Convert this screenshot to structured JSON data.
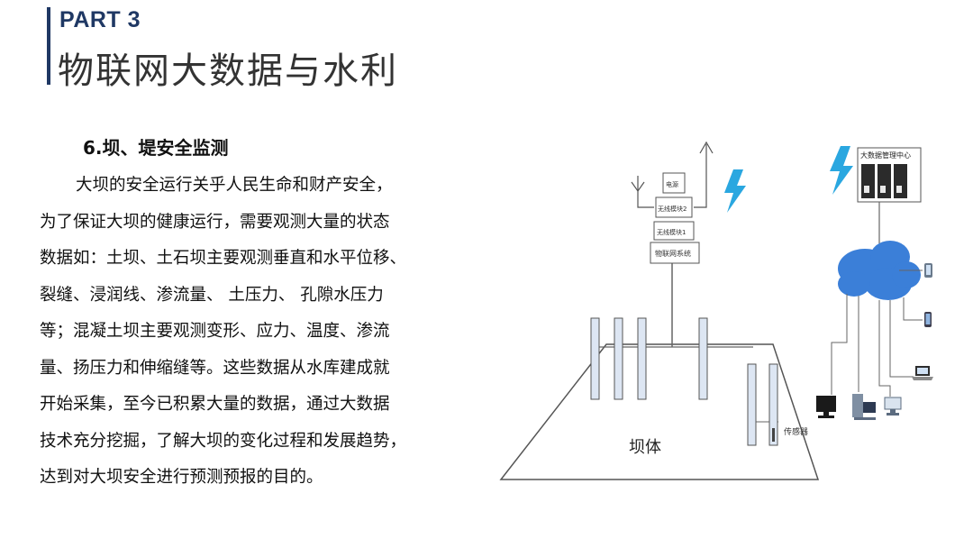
{
  "header": {
    "part": "PART 3",
    "title": "物联网大数据与水利"
  },
  "section": {
    "heading": "6.坝、堤安全监测",
    "lines": [
      "大坝的安全运行关乎人民生命和财产安全，",
      "为了保证大坝的健康运行，需要观测大量的状态",
      "数据如：土坝、土石坝主要观测垂直和水平位移、",
      "裂缝、浸润线、渗流量、 土压力、 孔隙水压力",
      "等；混凝土坝主要观测变形、应力、温度、渗流",
      "量、扬压力和伸缩缝等。这些数据从水库建成就",
      "开始采集，至今已积累大量的数据，通过大数据",
      "技术充分挖掘，了解大坝的变化过程和发展趋势，",
      "达到对大坝安全进行预测预报的目的。"
    ]
  },
  "diagram": {
    "tower_labels": [
      "电源",
      "无线模块2",
      "无线模块1",
      "物联网系统"
    ],
    "data_center_label": "大数据管理中心",
    "dam_label": "坝体",
    "sensor_label": "传感器",
    "colors": {
      "panel_fill": "#dde6f3",
      "line": "#555555",
      "cloud": "#3b7fd8",
      "lightning": "#2aa7e0",
      "server": "#2b2b2b"
    }
  }
}
